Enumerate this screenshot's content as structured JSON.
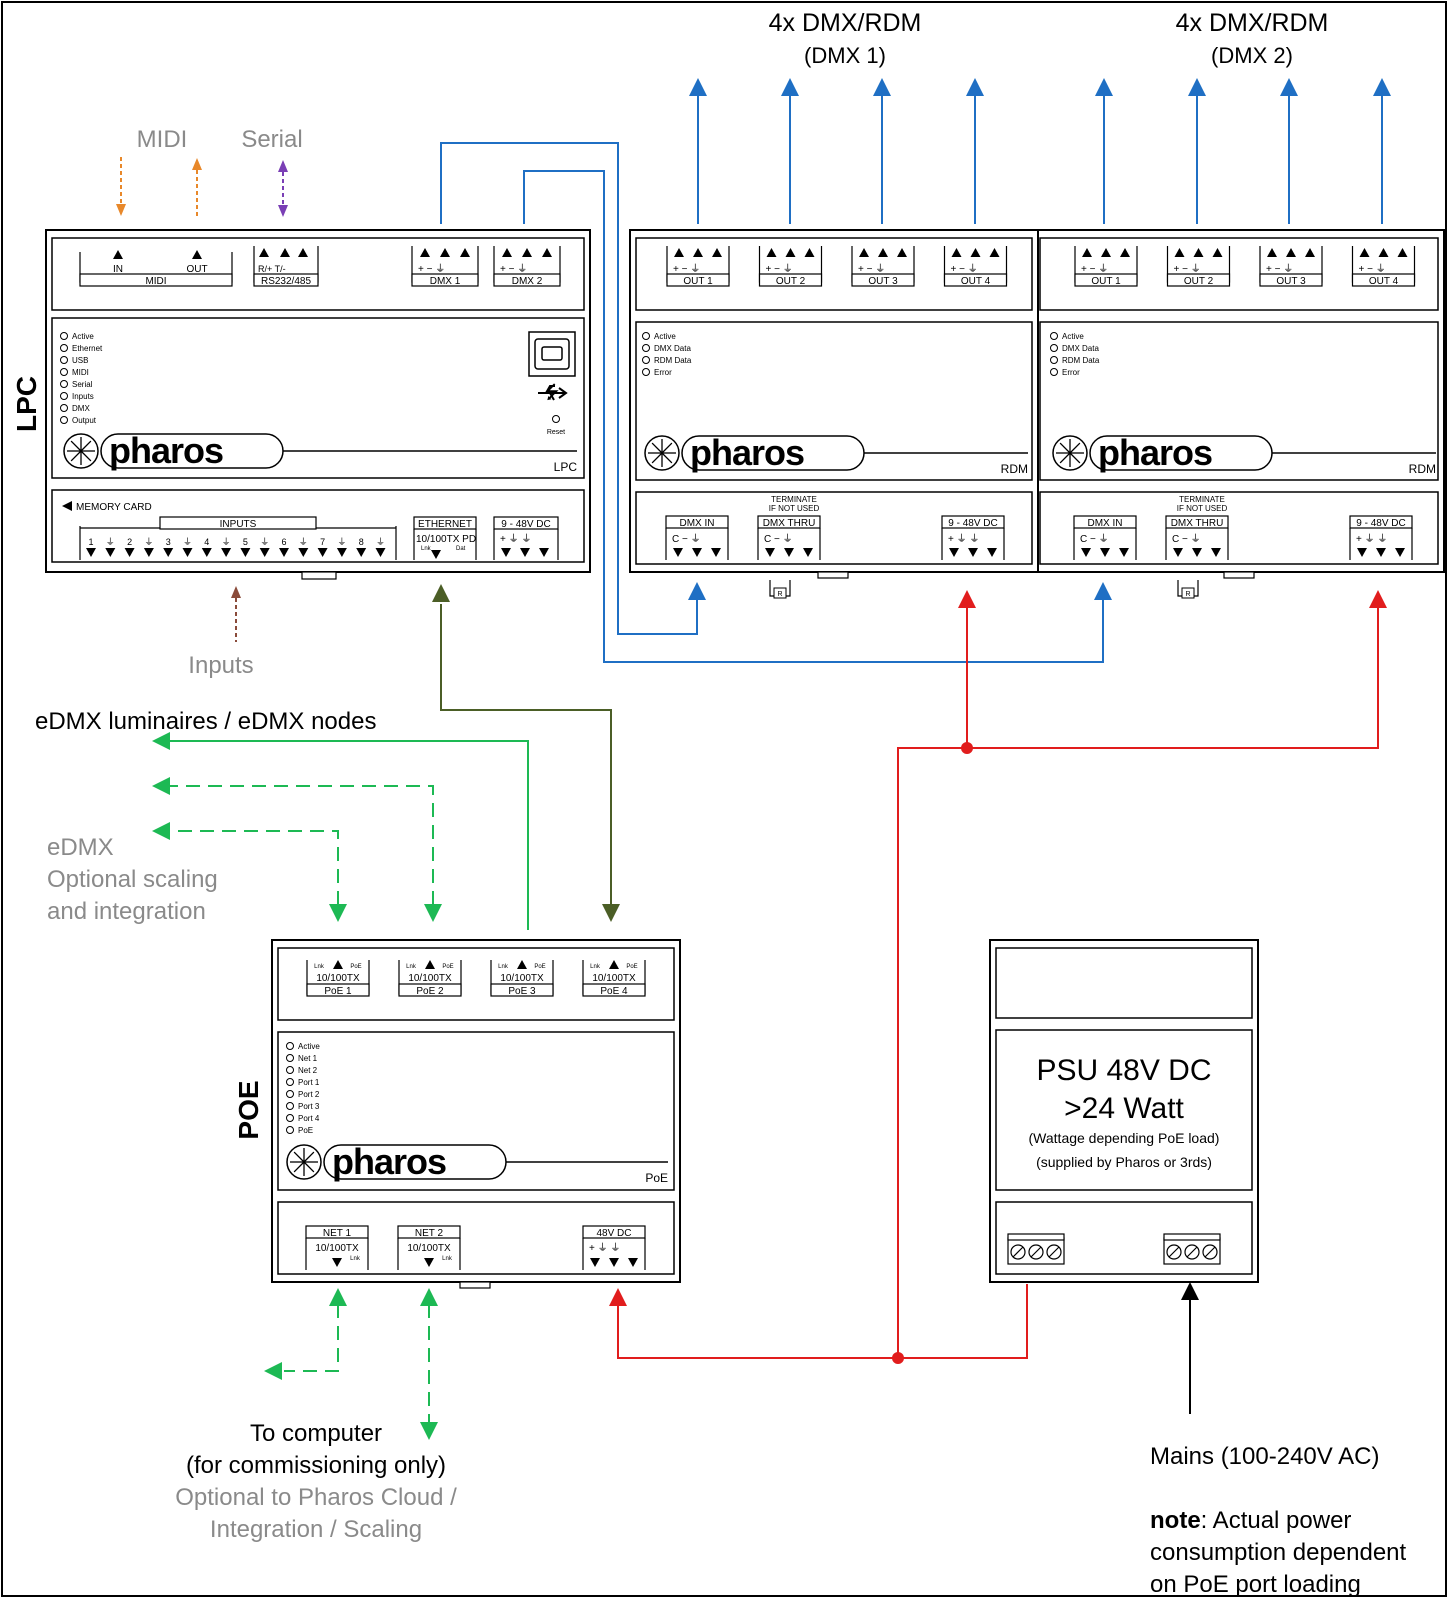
{
  "colors": {
    "dmx": "#1f6fc4",
    "ethernet": "#4b5e26",
    "edmx": "#1db954",
    "power": "#e11d1d",
    "midi": "#e8882a",
    "serial": "#7a3fb5",
    "inputs": "#8a4b3a",
    "grey_text": "#8a8a8a",
    "black": "#000000"
  },
  "labels": {
    "dmx1_title": "4x DMX/RDM",
    "dmx1_sub": "(DMX 1)",
    "dmx2_title": "4x DMX/RDM",
    "dmx2_sub": "(DMX 2)",
    "midi": "MIDI",
    "serial": "Serial",
    "inputs": "Inputs",
    "edmx_nodes": "eDMX luminaires / eDMX nodes",
    "edmx_opt_1": "eDMX",
    "edmx_opt_2": "Optional scaling",
    "edmx_opt_3": "and integration",
    "computer_1": "To computer",
    "computer_2": "(for commissioning only)",
    "computer_3": "Optional to Pharos Cloud /",
    "computer_4": "Integration / Scaling",
    "mains": "Mains (100-240V AC)",
    "note_bold": "note",
    "note_1": ":  Actual power",
    "note_2": "consumption dependent",
    "note_3": "on PoE port loading",
    "side_lpc": "LPC",
    "side_poe": "POE"
  },
  "psu": {
    "line1": "PSU 48V DC",
    "line2": ">24 Watt",
    "line3": "(Wattage depending PoE load)",
    "line4": "(supplied by Pharos or 3rds)"
  },
  "lpc": {
    "brand": "pharos",
    "model": "LPC",
    "leds": [
      "Active",
      "Ethernet",
      "USB",
      "MIDI",
      "Serial",
      "Inputs",
      "DMX",
      "Output"
    ],
    "reset": "Reset",
    "memory_card": "MEMORY CARD",
    "top": {
      "midi_in": "IN",
      "midi_out": "OUT",
      "midi_box": "MIDI",
      "serial_pins": "R/+  T/-   ",
      "serial_box": "RS232/485",
      "dmx1_pins": "+  −  ⏚",
      "dmx1_box": "DMX 1",
      "dmx2_pins": "+  −  ⏚",
      "dmx2_box": "DMX 2"
    },
    "bottom": {
      "inputs_box": "INPUTS",
      "input_nums": [
        "1",
        "2",
        "3",
        "4",
        "5",
        "6",
        "7",
        "8"
      ],
      "eth_box": "ETHERNET",
      "eth_sub": "10/100TX PD",
      "eth_lnk": "Lnk",
      "eth_dat": "Dat",
      "power_box": "9 - 48V DC",
      "power_pins": "+  ⏚  ⏚"
    }
  },
  "rdm": {
    "brand": "pharos",
    "model": "RDM",
    "leds": [
      "Active",
      "DMX Data",
      "RDM Data",
      "Error"
    ],
    "outputs": [
      "OUT 1",
      "OUT 2",
      "OUT 3",
      "OUT 4"
    ],
    "out_pins": "+  −  ⏚",
    "dmx_in": "DMX IN",
    "dmx_thru": "DMX THRU",
    "cpins": "C  −  ⏚",
    "terminate_1": "TERMINATE",
    "terminate_2": "IF NOT USED",
    "power_box": "9 - 48V DC",
    "power_pins": "+  ⏚  ⏚",
    "resistor": "R"
  },
  "poe": {
    "brand": "pharos",
    "model": "PoE",
    "leds": [
      "Active",
      "Net 1",
      "Net 2",
      "Port 1",
      "Port 2",
      "Port 3",
      "Port 4",
      "PoE"
    ],
    "ports": [
      "PoE 1",
      "PoE 2",
      "PoE 3",
      "PoE 4"
    ],
    "port_speed": "10/100TX",
    "port_lnk": "Lnk",
    "port_poe": "PoE",
    "net1": "NET 1",
    "net2": "NET 2",
    "net_speed": "10/100TX",
    "net_lnk": "Lnk",
    "power_box": "48V DC",
    "power_pins": "+  ⏚  ⏚"
  }
}
